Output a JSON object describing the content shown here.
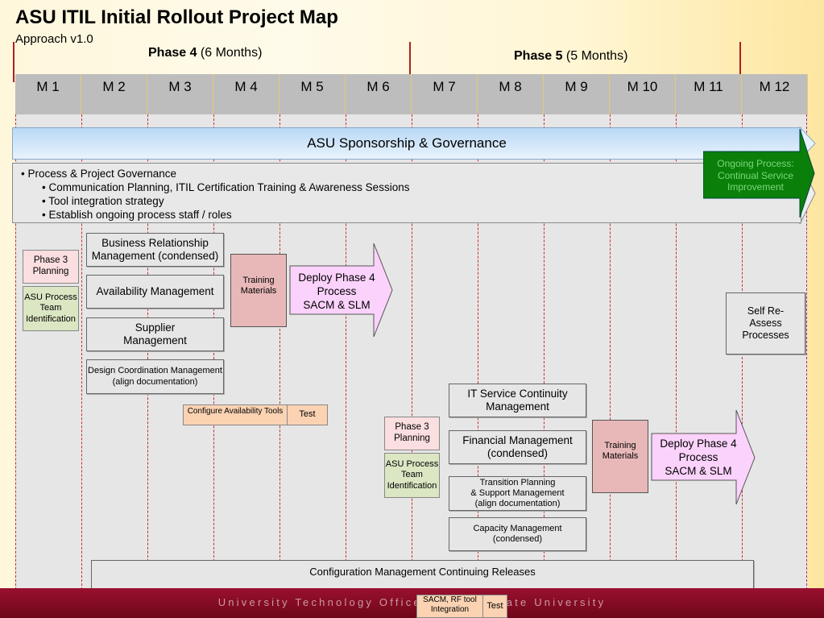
{
  "header": {
    "title": "ASU ITIL Initial Rollout Project Map",
    "subtitle": "Approach v1.0",
    "phase4": {
      "bold": "Phase 4",
      "rest": " (6 Months)"
    },
    "phase5": {
      "bold": "Phase 5",
      "rest": " (5 Months)"
    }
  },
  "months": [
    "M 1",
    "M 2",
    "M 3",
    "M 4",
    "M 5",
    "M 6",
    "M 7",
    "M 8",
    "M 9",
    "M 10",
    "M 11",
    "M 12"
  ],
  "sponsorship": "ASU Sponsorship & Governance",
  "governance": {
    "item1": "Process & Project Governance",
    "item2": "Communication Planning,  ITIL Certification Training & Awareness Sessions",
    "item3": "Tool integration strategy",
    "item4": "Establish ongoing process staff / roles"
  },
  "ongoing": "Ongoing Process: Continual Service Improvement",
  "phase4_tasks": {
    "planning": "Phase 3 Planning",
    "team": "ASU Process Team Identification",
    "brm": "Business Relationship Management (condensed)",
    "availability": "Availability Management",
    "supplier": "Supplier Management",
    "design": "Design Coordination Management\n(align documentation)",
    "configure": "Configure Availability Tools",
    "test": "Test",
    "training": "Training Materials",
    "deploy": "Deploy Phase 4 Process\nSACM & SLM"
  },
  "phase5_tasks": {
    "planning": "Phase 3 Planning",
    "team": "ASU Process Team Identification",
    "itscm": "IT Service Continuity Management",
    "financial": "Financial Management (condensed)",
    "transition": "Transition Planning\n& Support Management\n(align documentation)",
    "capacity": "Capacity Management\n(condensed)",
    "training": "Training Materials",
    "deploy": "Deploy Phase 4 Process\nSACM & SLM"
  },
  "reassess": "Self Re-Assess Processes",
  "config_mgmt": "Configuration Management Continuing Releases",
  "sacm_tool": "SACM, RF tool Integration",
  "sacm_test": "Test",
  "footer": "University Technology Office, Arizona State University",
  "colors": {
    "footer": "#8a0c26",
    "divider": "#cc2a2a",
    "ongoing_fill": "#0a7f0a",
    "deploy_fill": "#fbd2fb"
  }
}
